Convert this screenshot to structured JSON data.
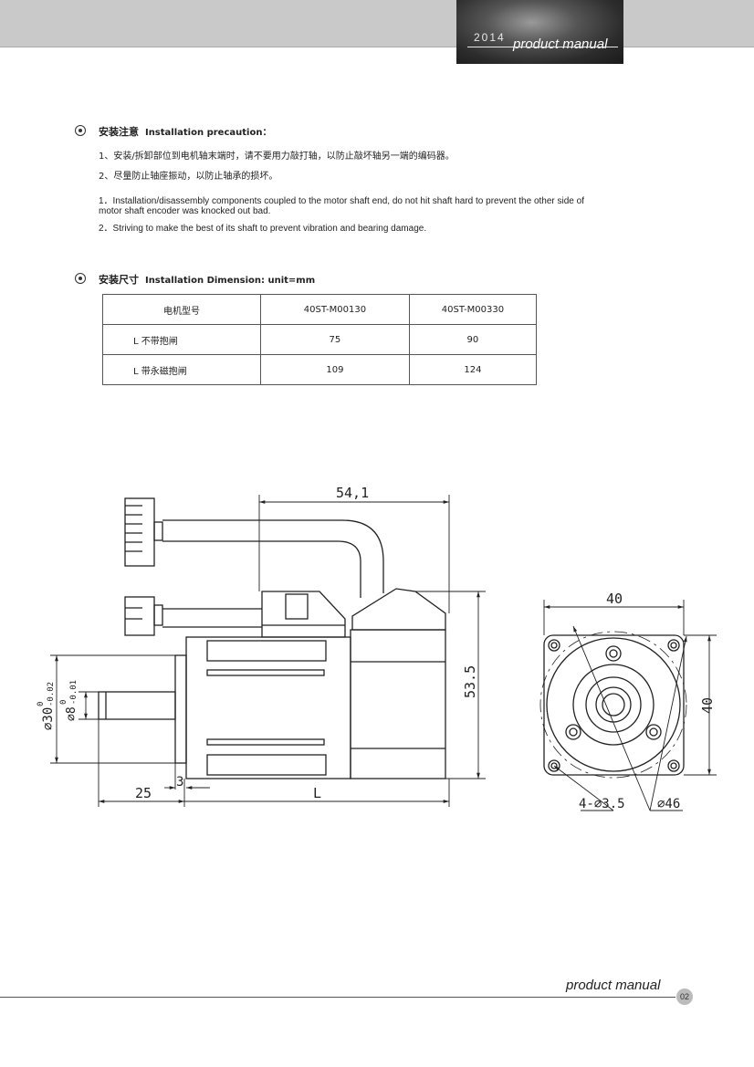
{
  "header": {
    "year": "2014",
    "title": "product manual"
  },
  "precaution": {
    "title_cn": "安装注意",
    "title_en": "Installation precaution",
    "title_suffix": "：",
    "cn_items": [
      "1、安装/拆卸部位到电机轴末端时，请不要用力敲打轴，以防止敲坏轴另一端的编码器。",
      "2、尽量防止轴座振动，以防止轴承的损坏。"
    ],
    "en_items": [
      "1．Installation/disassembly components coupled to the motor shaft end, do not hit shaft hard to prevent the other side of",
      "motor shaft encoder was knocked out bad.",
      "2．Striving to make the best of its shaft to prevent vibration and bearing damage."
    ]
  },
  "dimension": {
    "title_cn": "安装尺寸",
    "title_en": "Installation Dimension:  unit=mm",
    "table": {
      "header": [
        "电机型号",
        "40ST-M00130",
        "40ST-M00330"
      ],
      "rows": [
        [
          "L 不带抱闸",
          "75",
          "90"
        ],
        [
          "L 带永磁抱闸",
          "109",
          "124"
        ]
      ]
    }
  },
  "drawing": {
    "side_view": {
      "top_length": "54,1",
      "height": "53.5",
      "shaft_length": "25",
      "flange_thickness": "3",
      "body_length": "L",
      "flange_dia_base": "⌀30",
      "flange_tol_upper": "0",
      "flange_tol_lower": "-0.02",
      "shaft_dia_base": "⌀8",
      "shaft_tol_upper": "0",
      "shaft_tol_lower": "-0.01"
    },
    "front_view": {
      "width": "40",
      "height": "40",
      "holes": "4-⌀3.5",
      "pcd": "⌀46"
    }
  },
  "footer": {
    "title": "product manual",
    "page": "02"
  }
}
